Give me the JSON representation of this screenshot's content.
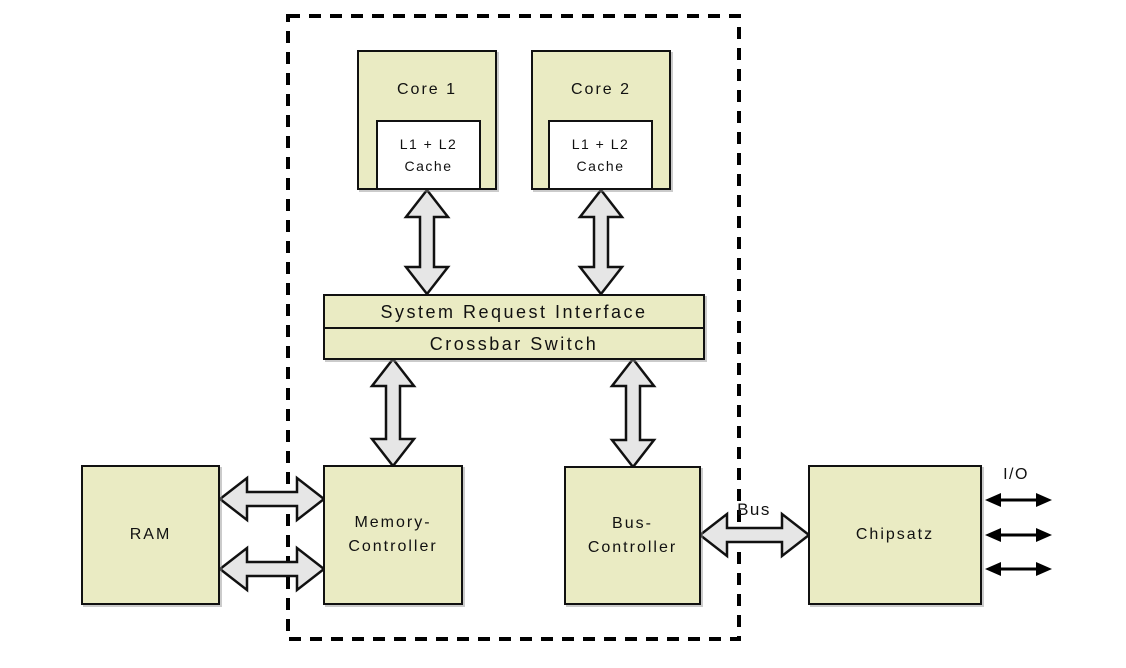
{
  "diagram": {
    "nodes": {
      "core1": {
        "label": "Core 1"
      },
      "core2": {
        "label": "Core 2"
      },
      "cache1": {
        "line1": "L1 + L2",
        "line2": "Cache"
      },
      "cache2": {
        "line1": "L1 + L2",
        "line2": "Cache"
      },
      "system_request_interface": {
        "label": "System Request Interface"
      },
      "crossbar_switch": {
        "label": "Crossbar Switch"
      },
      "ram": {
        "label": "RAM"
      },
      "memory_controller": {
        "line1": "Memory-",
        "line2": "Controller"
      },
      "bus_controller": {
        "line1": "Bus-",
        "line2": "Controller"
      },
      "chipsatz": {
        "label": "Chipsatz"
      }
    },
    "labels": {
      "bus": "Bus",
      "io": "I/O"
    },
    "colors": {
      "node_fill": "#eaebc3",
      "cache_fill": "#ffffff",
      "arrow_fill": "#e6e6e6",
      "outline": "#111111",
      "background": "#ffffff"
    }
  }
}
